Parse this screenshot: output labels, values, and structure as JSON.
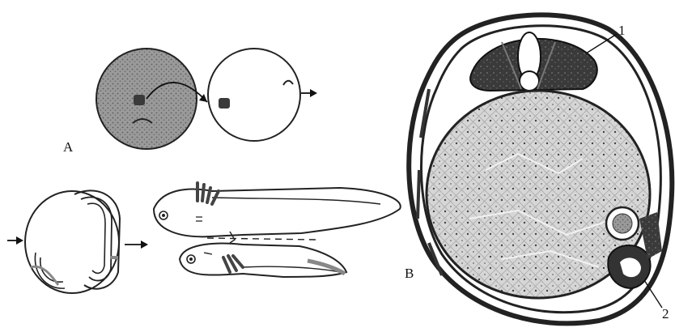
{
  "labels": {
    "panel_a": "A",
    "panel_b": "B",
    "callout_1": "1",
    "callout_2": "2"
  }
}
